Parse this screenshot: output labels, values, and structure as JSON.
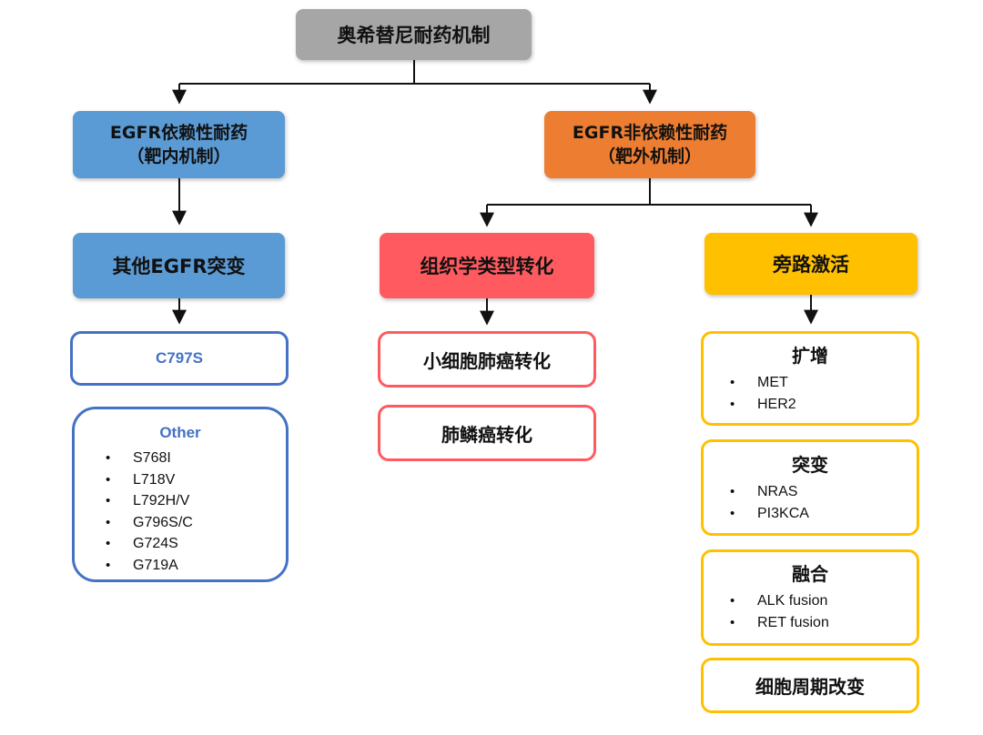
{
  "diagram": {
    "root": {
      "label": "奥希替尼耐药机制",
      "color": "#a6a6a6"
    },
    "egfr_dependent": {
      "line1": "EGFR依赖性耐药",
      "line2": "（靶内机制）",
      "color": "#5b9bd5"
    },
    "egfr_independent": {
      "line1": "EGFR非依赖性耐药",
      "line2": "（靶外机制）",
      "color": "#ed7d31"
    },
    "other_mutations": {
      "label": "其他EGFR突变",
      "color": "#5b9bd5"
    },
    "c797s": {
      "label": "C797S",
      "color": "#4472c4"
    },
    "other": {
      "title": "Other",
      "color": "#4472c4",
      "items": [
        "S768I",
        "L718V",
        "L792H/V",
        "G796S/C",
        "G724S",
        "G719A"
      ]
    },
    "histologic": {
      "label": "组织学类型转化",
      "color": "#ff5a5f",
      "children": [
        "小细胞肺癌转化",
        "肺鳞癌转化"
      ]
    },
    "bypass": {
      "label": "旁路激活",
      "color": "#ffc000"
    },
    "amplification": {
      "title": "扩增",
      "items": [
        "MET",
        "HER2"
      ]
    },
    "mutation": {
      "title": "突变",
      "items": [
        "NRAS",
        "PI3KCA"
      ]
    },
    "fusion": {
      "title": "融合",
      "items": [
        "ALK fusion",
        "RET fusion"
      ]
    },
    "cell_cycle": {
      "label": "细胞周期改变"
    }
  }
}
